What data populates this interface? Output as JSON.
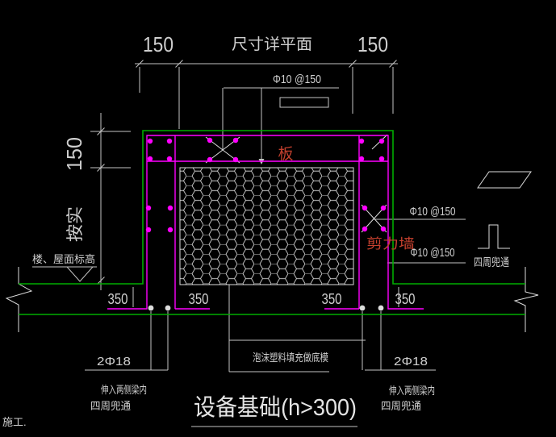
{
  "colors": {
    "background": "#000000",
    "line-dim": "#c4c4c4",
    "line-white": "#dcdcdc",
    "line-green": "#00ad00",
    "line-magenta": "#ff00ff",
    "label-red": "#c4402e"
  },
  "header": {
    "plan_note": "尺寸详平面"
  },
  "dimensions": {
    "top_left": "150",
    "top_right": "150",
    "slab_thickness": "150",
    "height_note": "按实",
    "feet": [
      "350",
      "350",
      "350",
      "350"
    ]
  },
  "rebar": {
    "top_slab": "Φ10 @150",
    "wall_outer": "Φ10 @150",
    "wall_inner": "Φ10 @150",
    "edge_bars_left": "2Φ18",
    "edge_bars_right": "2Φ18"
  },
  "labels": {
    "slab": "板",
    "shear_wall": "剪力墙",
    "hook_all_around": "四周兜通"
  },
  "annotations": {
    "level_reference": "楼、屋面标高",
    "foam_note": "泡沫塑料填充做底模",
    "anchor_left_1": "伸入两侧梁内",
    "anchor_left_2": "四周兜通",
    "anchor_right_1": "伸入两侧梁内",
    "anchor_right_2": "四周兜通"
  },
  "title": "设备基础(h>300)",
  "corner_text": "施工."
}
